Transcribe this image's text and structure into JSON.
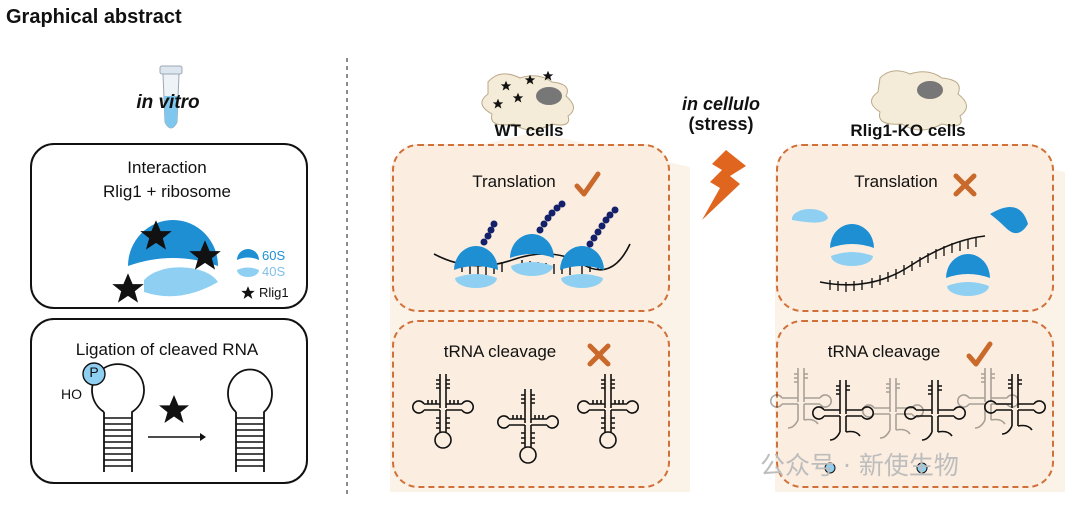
{
  "title": "Graphical abstract",
  "left": {
    "header": "in vitro",
    "interaction": {
      "line1": "Interaction",
      "line2": "Rlig1 + ribosome",
      "legend": {
        "large": "60S",
        "small": "40S",
        "star": "Rlig1"
      }
    },
    "ligation": {
      "title": "Ligation of cleaved RNA",
      "phosphate": "P",
      "hydroxyl": "HO"
    }
  },
  "middle": {
    "line1": "in cellulo",
    "line2": "(stress)"
  },
  "wt": {
    "label": "WT cells",
    "translation": "Translation",
    "cleavage": "tRNA cleavage"
  },
  "ko": {
    "label": "Rlig1-KO cells",
    "translation": "Translation",
    "cleavage": "tRNA cleavage"
  },
  "watermark": "公众号 · 新使生物",
  "colors": {
    "large_subunit": "#1f8fd4",
    "small_subunit": "#8fd0f2",
    "box_fill": "#fbeee0",
    "box_border": "#d0703a",
    "check_cross": "#c9692c",
    "chain": "#15206b",
    "cell": "#f4ecd8"
  }
}
